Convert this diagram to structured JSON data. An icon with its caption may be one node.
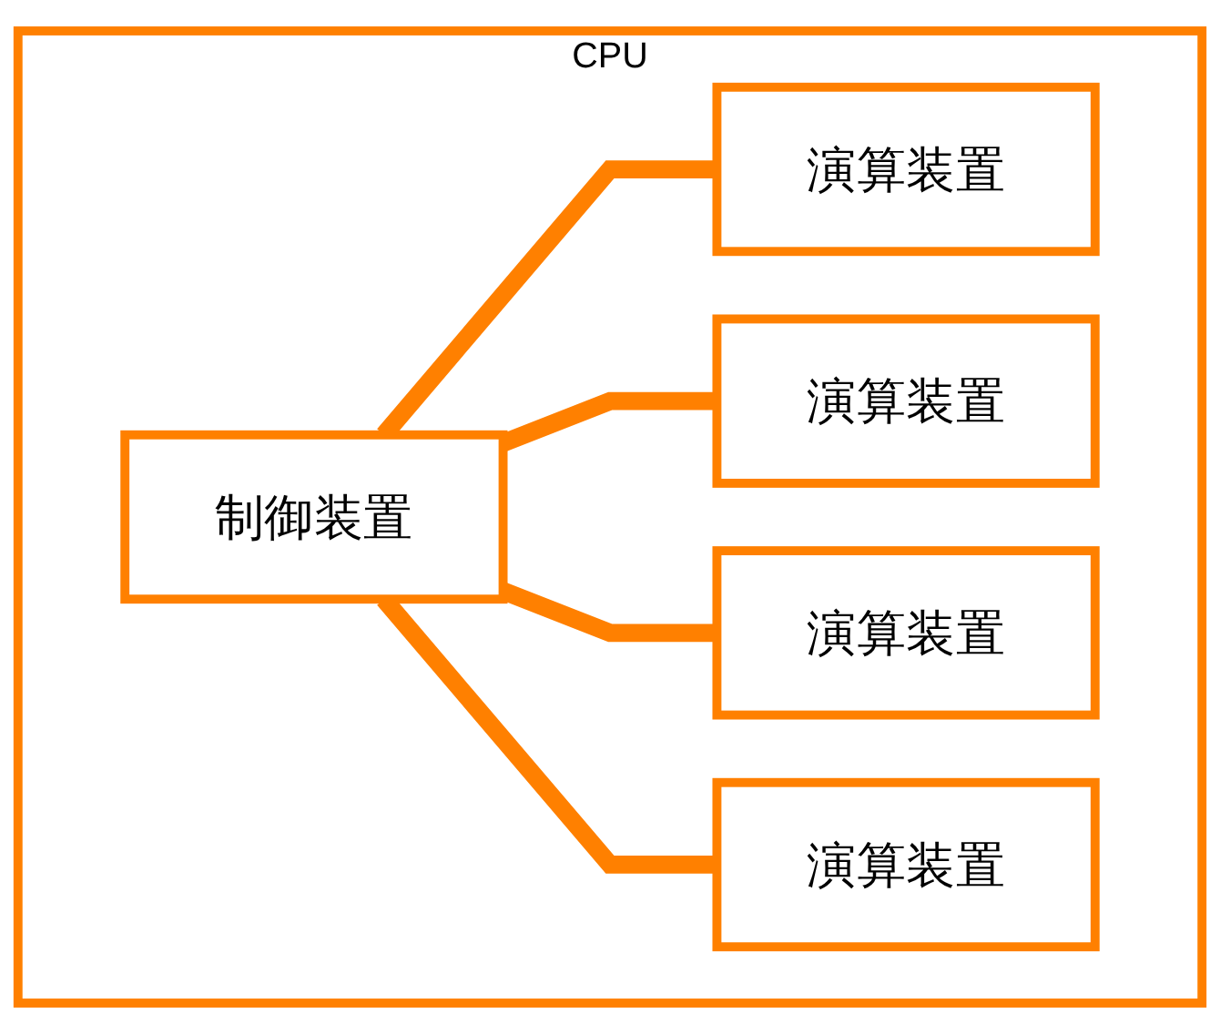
{
  "diagram": {
    "nodes": [
      {
        "text": [
          "CPU"
        ]
      },
      {
        "text": [
          "制御装置"
        ],
        "in": 0
      },
      {
        "text": [
          "演算装置"
        ],
        "in": 0
      },
      {
        "text": [
          "演算装置"
        ],
        "in": 0
      },
      {
        "text": [
          "演算装置"
        ],
        "in": 0
      },
      {
        "text": [
          "演算装置"
        ],
        "in": 0
      }
    ],
    "edges": [
      {
        "from": 1,
        "to": 2,
        "arrow": "none"
      },
      {
        "from": 1,
        "to": 3,
        "arrow": "none"
      },
      {
        "from": 1,
        "to": 4,
        "arrow": "none"
      },
      {
        "from": 1,
        "to": 5,
        "arrow": "none"
      }
    ]
  }
}
